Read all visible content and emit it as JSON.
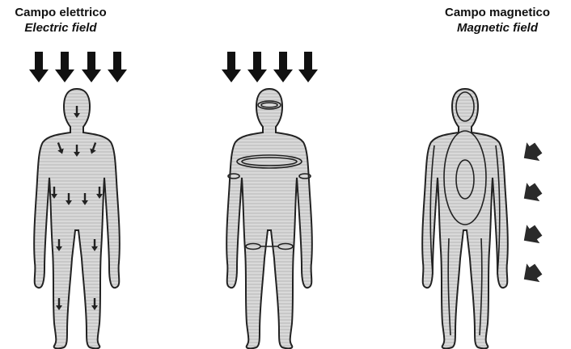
{
  "electric": {
    "title": "Campo elettrico",
    "subtitle": "Electric field"
  },
  "magnetic": {
    "title": "Campo magnetico",
    "subtitle": "Magnetic field"
  },
  "colors": {
    "body_fill": "#d9d9d9",
    "outline": "#222222",
    "arrow": "#111111",
    "hatch": "#b8b8b8"
  }
}
